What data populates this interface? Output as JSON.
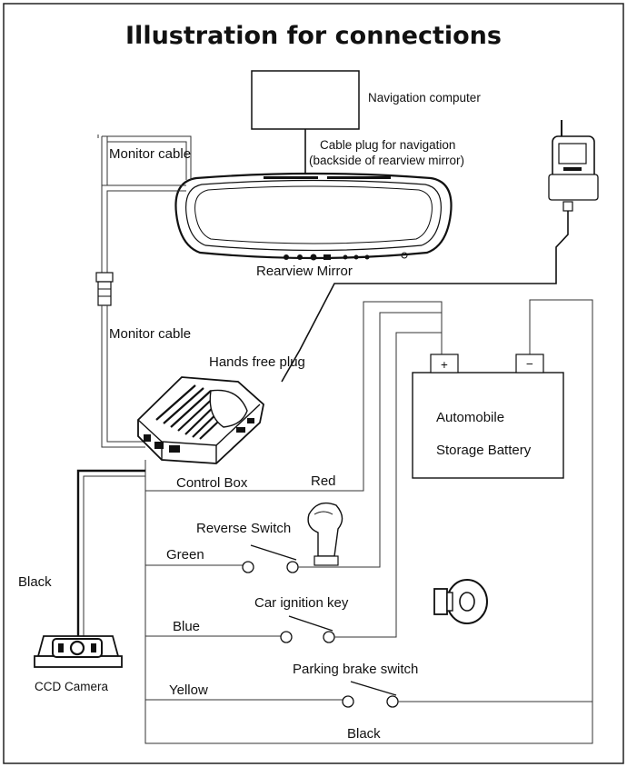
{
  "title": "Illustration for connections",
  "labels": {
    "navigation_computer": "Navigation computer",
    "cable_plug_line1": "Cable plug for navigation",
    "cable_plug_line2": "(backside of rearview mirror)",
    "monitor_cable_top": "Monitor cable",
    "monitor_cable_mid": "Monitor cable",
    "rearview_mirror": "Rearview Mirror",
    "hands_free_plug": "Hands free plug",
    "battery_line1": "Automobile",
    "battery_line2": "Storage Battery",
    "plus": "+",
    "minus": "−",
    "control_box": "Control Box",
    "red": "Red",
    "reverse_switch": "Reverse Switch",
    "green": "Green",
    "black_left": "Black",
    "car_ignition_key": "Car ignition key",
    "blue": "Blue",
    "ccd_camera": "CCD Camera",
    "parking_brake_switch": "Parking brake switch",
    "yellow": "Yellow",
    "black_bottom": "Black"
  }
}
